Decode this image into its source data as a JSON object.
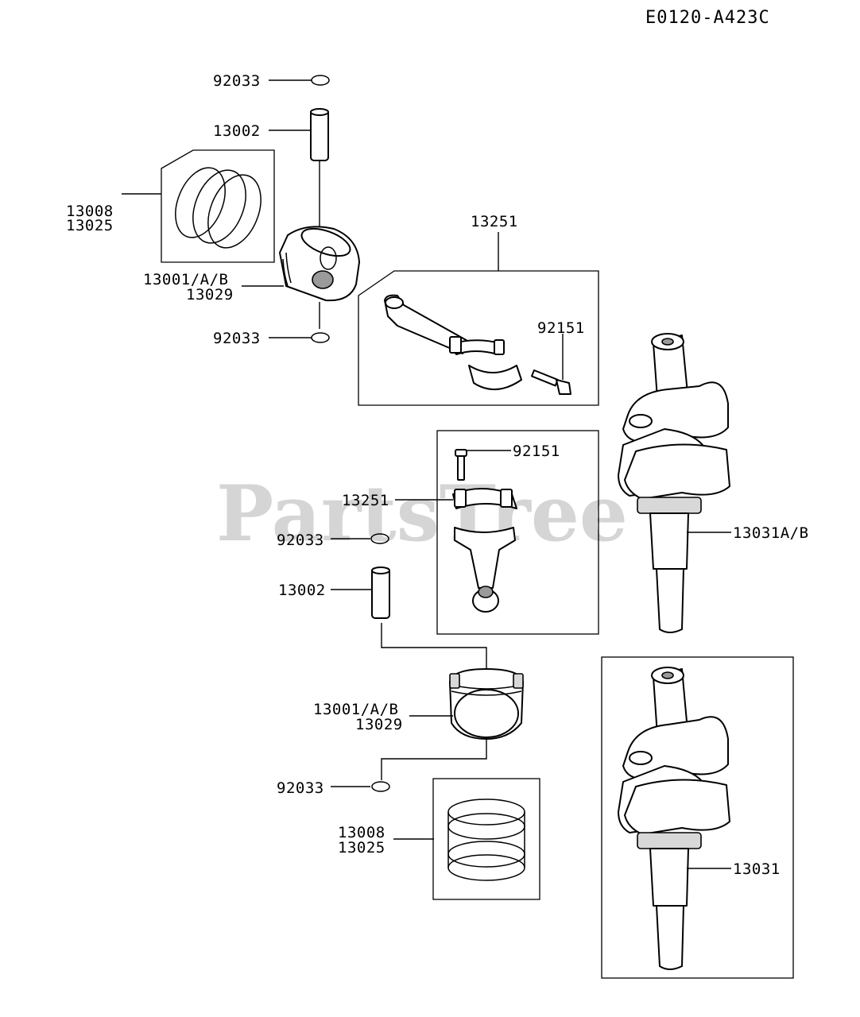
{
  "diagram_code": "E0120-A423C",
  "watermark": "PartsTree",
  "labels": {
    "top_clip_upper": "92033",
    "top_pin": "13002",
    "top_rings_a": "13008",
    "top_rings_b": "13025",
    "top_piston_a": "13001/A/B",
    "top_piston_b": "13029",
    "top_clip_lower": "92033",
    "conrod_set_top": "13251",
    "conrod_bolt_top": "92151",
    "conrod_bolt_mid": "92151",
    "conrod_set_mid": "13251",
    "crank_ab": "13031A/B",
    "mid_clip_upper": "92033",
    "mid_pin": "13002",
    "mid_piston_a": "13001/A/B",
    "mid_piston_b": "13029",
    "mid_clip_lower": "92033",
    "mid_rings_a": "13008",
    "mid_rings_b": "13025",
    "crank": "13031"
  }
}
